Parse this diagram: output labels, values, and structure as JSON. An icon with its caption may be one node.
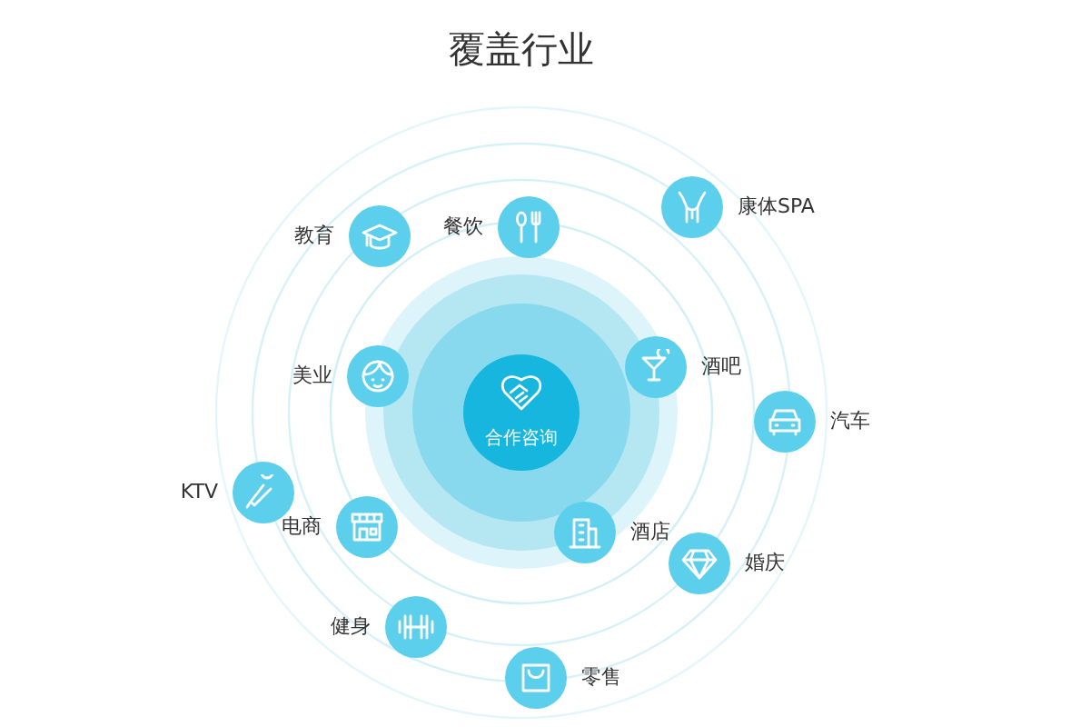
{
  "diagram": {
    "title": "覆盖行业",
    "nodes": [
      {
        "text": [
          "合作咨询"
        ]
      },
      {
        "text": [
          "康体SPA"
        ]
      },
      {
        "text": [
          "餐饮"
        ]
      },
      {
        "text": [
          "教育"
        ]
      },
      {
        "text": [
          "酒吧"
        ]
      },
      {
        "text": [
          "美业"
        ]
      },
      {
        "text": [
          "汽车"
        ]
      },
      {
        "text": [
          "KTV"
        ]
      },
      {
        "text": [
          "电商"
        ]
      },
      {
        "text": [
          "酒店"
        ]
      },
      {
        "text": [
          "婚庆"
        ]
      },
      {
        "text": [
          "健身"
        ]
      },
      {
        "text": [
          "零售"
        ]
      }
    ],
    "edges": []
  }
}
